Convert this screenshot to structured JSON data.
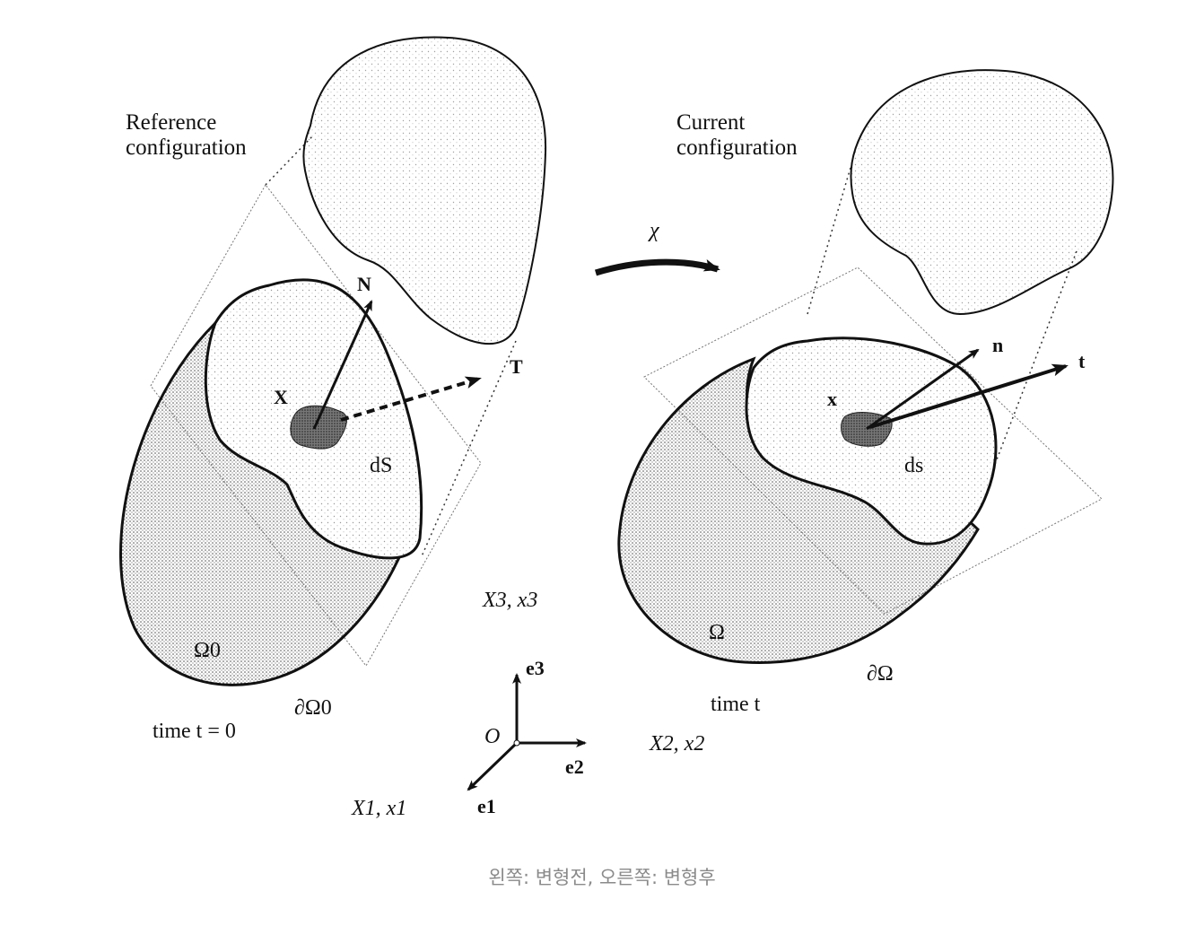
{
  "reference": {
    "title_line1": "Reference",
    "title_line2": "configuration",
    "normal": "N",
    "traction": "T",
    "position": "X",
    "area": "dS",
    "domain": "Ω0",
    "boundary": "∂Ω0",
    "time": "time t = 0"
  },
  "current": {
    "title_line1": "Current",
    "title_line2": "configuration",
    "normal": "n",
    "traction": "t",
    "position": "x",
    "area": "ds",
    "domain": "Ω",
    "boundary": "∂Ω",
    "time": "time t"
  },
  "mapping": {
    "symbol": "χ"
  },
  "axes": {
    "origin": "O",
    "e1": "e1",
    "e2": "e2",
    "e3": "e3",
    "axis1": "X1, x1",
    "axis2": "X2, x2",
    "axis3": "X3, x3"
  },
  "caption": "왼쪽: 변형전, 오른쪽: 변형후",
  "colors": {
    "ink": "#111111",
    "stipple": "#555555",
    "caption": "#8a8a8a"
  }
}
